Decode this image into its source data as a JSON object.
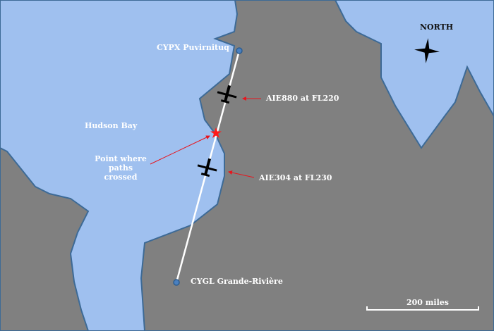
{
  "colors": {
    "water": "#9fc0ef",
    "land": "#808080",
    "coast": "#3d6a96",
    "route": "#ffffff",
    "arrow": "#e8141c",
    "star": "#ff1a1a"
  },
  "airports": {
    "origin": "CYPX Puvirnituq",
    "destination": "CYGL Grande-Rivière"
  },
  "water_label": "Hudson Bay",
  "aircraft": [
    {
      "label": "AIE880 at FL220",
      "icon": "airplane-icon"
    },
    {
      "label": "AIE304 at FL230",
      "icon": "airplane-icon"
    }
  ],
  "crossing_label": "Point where paths crossed",
  "compass_label": "NORTH",
  "scale_label": "200 miles"
}
